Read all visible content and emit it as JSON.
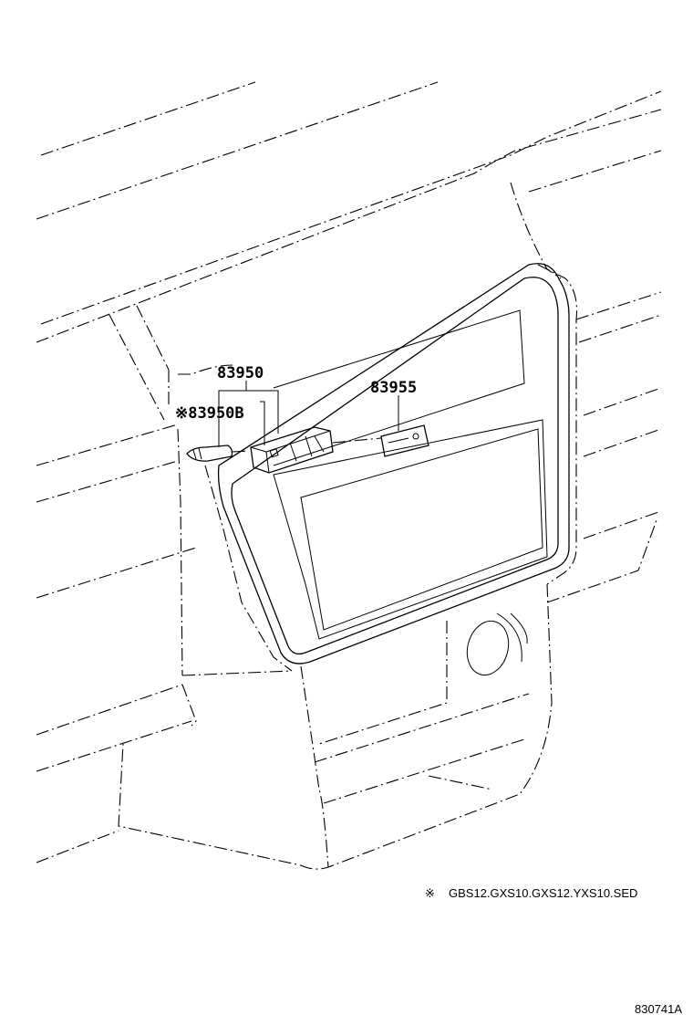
{
  "parts": {
    "switch_assembly": "83950",
    "bulb": "※83950B",
    "switch_indicator": "83955"
  },
  "footnote": {
    "symbol": "※",
    "text": "GBS12.GXS10.GXS12.YXS10.SED"
  },
  "figure_number": "830741A"
}
